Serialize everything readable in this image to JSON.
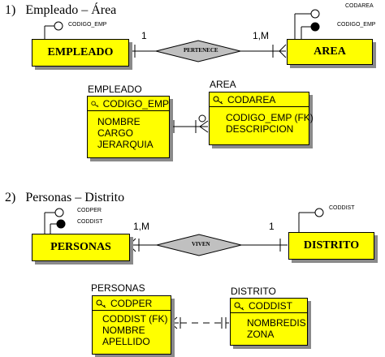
{
  "section1": {
    "heading": "1)   Empleado – Área",
    "entity_left": "EMPLEADO",
    "entity_right": "AREA",
    "relation": "PERTENECE",
    "card_left": "1",
    "card_right": "1,M",
    "left_attr": "CODIGO_EMP",
    "right_attr1": "CODAREA",
    "right_attr2": "CODIGO_EMP",
    "table_left": {
      "title": "EMPLEADO",
      "pk": "CODIGO_EMP",
      "attrs": [
        "NOMBRE",
        "CARGO",
        "JERARQUIA"
      ]
    },
    "table_right": {
      "title": "AREA",
      "pk": "CODAREA",
      "attrs": [
        "CODIGO_EMP (FK)",
        "DESCRIPCION"
      ]
    }
  },
  "section2": {
    "heading": "2)   Personas – Distrito",
    "entity_left": "PERSONAS",
    "entity_right": "DISTRITO",
    "relation": "VIVEN",
    "card_left": "1,M",
    "card_right": "1",
    "left_attr1": "CODPER",
    "left_attr2": "CODDIST",
    "right_attr": "CODDIST",
    "table_left": {
      "title": "PERSONAS",
      "pk": "CODPER",
      "attrs": [
        "CODDIST (FK)",
        "NOMBRE",
        "APELLIDO"
      ]
    },
    "table_right": {
      "title": "DISTRITO",
      "pk": "CODDIST",
      "attrs": [
        "NOMBREDIS",
        "ZONA"
      ]
    }
  },
  "colors": {
    "entity_fill": "#ffff00",
    "relation_fill": "#c0c0c0",
    "shadow": "#8a8a8a"
  },
  "icons": {
    "key": "key-icon",
    "attr_open": "attribute-circle-open",
    "attr_filled": "attribute-circle-filled"
  }
}
